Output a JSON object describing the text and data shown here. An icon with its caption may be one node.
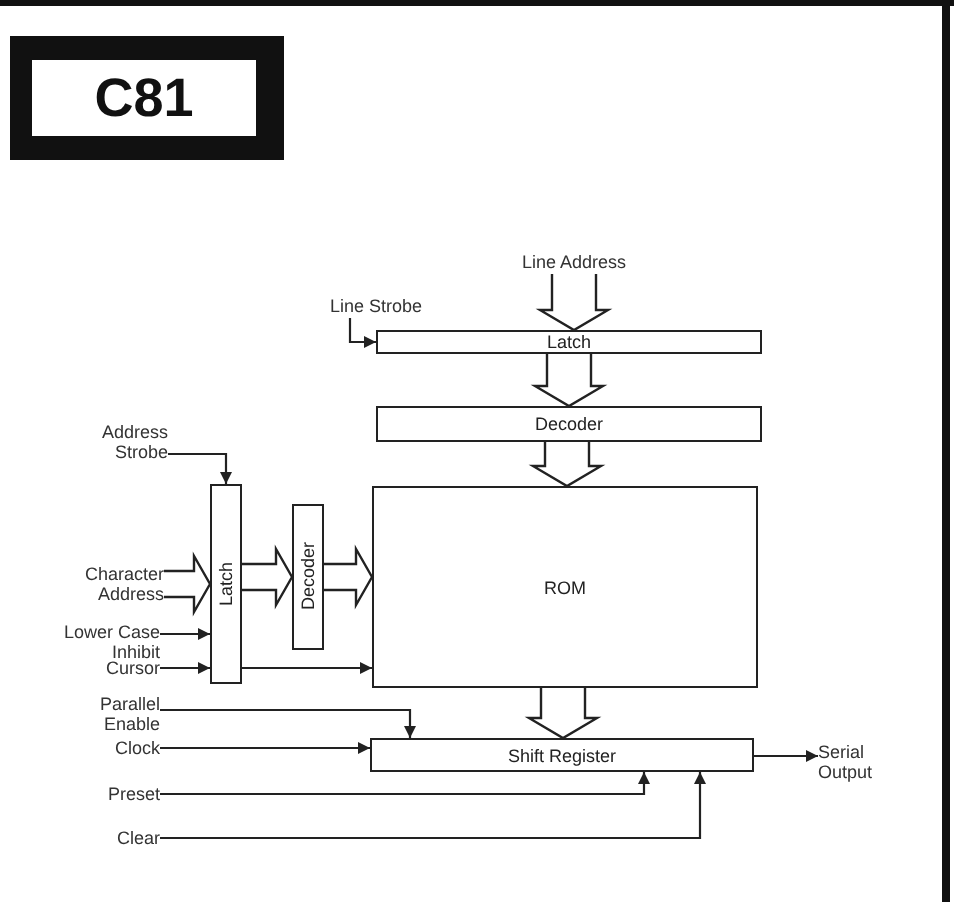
{
  "diagram": {
    "title": "C81",
    "nodes": [
      {
        "text": [
          "Line Address"
        ]
      },
      {
        "text": [
          "Line Strobe"
        ]
      },
      {
        "text": [
          "Latch"
        ]
      },
      {
        "text": [
          "Decoder"
        ]
      },
      {
        "text": [
          "ROM"
        ]
      },
      {
        "text": [
          "Address Strobe"
        ]
      },
      {
        "text": [
          "Character Address"
        ]
      },
      {
        "text": [
          "Latch"
        ]
      },
      {
        "text": [
          "Decoder"
        ]
      },
      {
        "text": [
          "Lower Case Inhibit"
        ]
      },
      {
        "text": [
          "Cursor"
        ]
      },
      {
        "text": [
          "Parallel Enable"
        ]
      },
      {
        "text": [
          "Clock"
        ]
      },
      {
        "text": [
          "Shift Register"
        ]
      },
      {
        "text": [
          "Preset"
        ]
      },
      {
        "text": [
          "Clear"
        ]
      },
      {
        "text": [
          "Serial Output"
        ]
      }
    ],
    "edges": [
      {
        "from": 0,
        "to": 2,
        "arrow": "to",
        "style": "thick"
      },
      {
        "from": 1,
        "to": 2,
        "arrow": "to"
      },
      {
        "from": 2,
        "to": 3,
        "arrow": "to",
        "style": "thick"
      },
      {
        "from": 3,
        "to": 4,
        "arrow": "to",
        "style": "thick"
      },
      {
        "from": 5,
        "to": 7,
        "arrow": "to"
      },
      {
        "from": 6,
        "to": 7,
        "arrow": "to",
        "style": "thick"
      },
      {
        "from": 7,
        "to": 8,
        "arrow": "to",
        "style": "thick"
      },
      {
        "from": 8,
        "to": 4,
        "arrow": "to",
        "style": "thick"
      },
      {
        "from": 9,
        "to": 7,
        "arrow": "to"
      },
      {
        "from": 10,
        "to": 7,
        "arrow": "to"
      },
      {
        "from": 7,
        "to": 4,
        "arrow": "to"
      },
      {
        "from": 11,
        "to": 13,
        "arrow": "to"
      },
      {
        "from": 12,
        "to": 13,
        "arrow": "to"
      },
      {
        "from": 4,
        "to": 13,
        "arrow": "to",
        "style": "thick"
      },
      {
        "from": 14,
        "to": 13,
        "arrow": "to"
      },
      {
        "from": 15,
        "to": 13,
        "arrow": "to"
      },
      {
        "from": 13,
        "to": 16,
        "arrow": "to"
      }
    ]
  }
}
